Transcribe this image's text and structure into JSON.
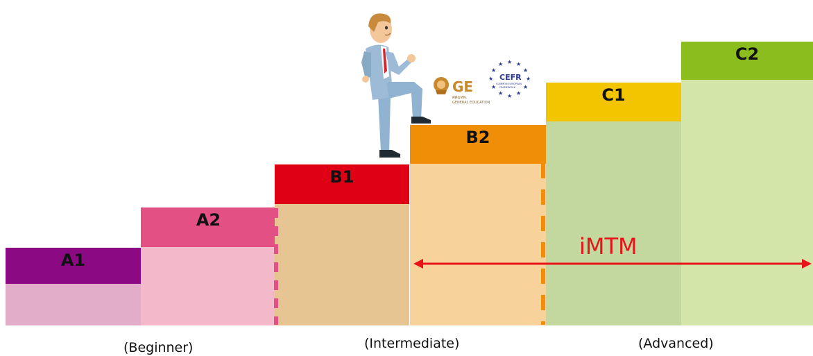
{
  "levels": [
    {
      "id": "A1",
      "label": "A1",
      "cap_color": "#8b0a84",
      "body_color": "#e2adc7"
    },
    {
      "id": "A2",
      "label": "A2",
      "cap_color": "#e35083",
      "body_color": "#f4b8cb"
    },
    {
      "id": "B1",
      "label": "B1",
      "cap_color": "#e00016",
      "body_color": "#e6c592"
    },
    {
      "id": "B2",
      "label": "B2",
      "cap_color": "#f08e08",
      "body_color": "#f7d39b"
    },
    {
      "id": "C1",
      "label": "C1",
      "cap_color": "#f2c500",
      "body_color": "#c2d89e"
    },
    {
      "id": "C2",
      "label": "C2",
      "cap_color": "#8cbd1f",
      "body_color": "#d3e5a8"
    }
  ],
  "groups": {
    "beginner": "(Beginner)",
    "intermediate": "(Intermediate)",
    "advanced": "(Advanced)"
  },
  "range": {
    "label": "iMTM",
    "color": "#e8141a",
    "from_level": "B2",
    "to_level": "C2"
  },
  "logos": {
    "ge": {
      "title": "GE",
      "subtitle_1": "ศศมทพ.",
      "subtitle_2": "GENERAL EDUCATION"
    },
    "cefr": {
      "title": "CEFR",
      "subtitle_1": "COMMON EUROPEAN",
      "subtitle_2": "FRAMEWORK"
    }
  },
  "icons": [
    "businessman-climbing-illustration",
    "ge-logo-icon",
    "cefr-eu-stars-logo-icon",
    "double-arrow-icon"
  ]
}
